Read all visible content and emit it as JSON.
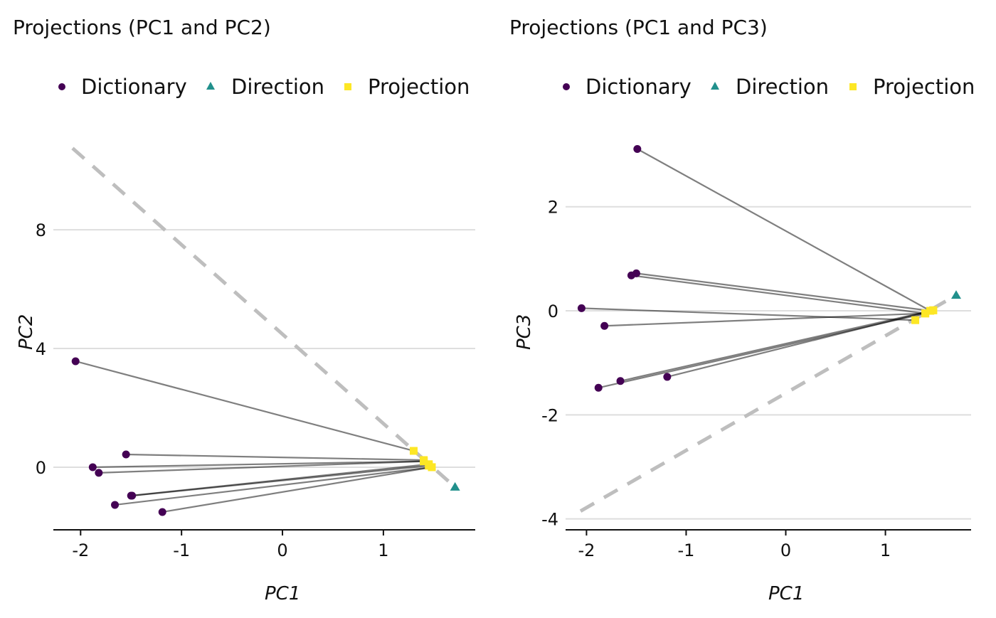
{
  "chart_data": [
    {
      "type": "scatter",
      "title": "Projections (PC1 and PC2)",
      "xlabel": "PC1",
      "ylabel": "PC2",
      "xlim": [
        -2.27,
        1.91
      ],
      "ylim": [
        -2.11,
        10.95
      ],
      "xticks": [
        -2,
        -1,
        0,
        1
      ],
      "yticks": [
        0,
        4,
        8
      ],
      "xtick_labels": [
        "-2",
        "-1",
        "0",
        "1"
      ],
      "ytick_labels": [
        "0",
        "4",
        "8"
      ],
      "legend": {
        "position": "top",
        "entries": [
          "Dictionary",
          "Direction",
          "Projection"
        ]
      },
      "dictionary": [
        [
          -2.05,
          3.57
        ],
        [
          -1.88,
          0.0
        ],
        [
          -1.82,
          -0.19
        ],
        [
          -1.66,
          -1.27
        ],
        [
          -1.55,
          0.43
        ],
        [
          -1.5,
          -0.96
        ],
        [
          -1.49,
          -0.96
        ],
        [
          -1.19,
          -1.51
        ]
      ],
      "projection": [
        [
          1.3,
          0.55
        ],
        [
          1.4,
          0.2
        ],
        [
          1.4,
          0.2
        ],
        [
          1.48,
          0.0
        ],
        [
          1.4,
          0.24
        ],
        [
          1.45,
          0.1
        ],
        [
          1.45,
          0.05
        ],
        [
          1.48,
          0.0
        ]
      ],
      "direction": [
        1.71,
        -0.67
      ],
      "dashed_line": [
        [
          -2.08,
          10.75
        ],
        [
          1.71,
          -0.67
        ]
      ]
    },
    {
      "type": "scatter",
      "title": "Projections (PC1 and PC3)",
      "xlabel": "PC1",
      "ylabel": "PC3",
      "xlim": [
        -2.21,
        1.86
      ],
      "ylim": [
        -4.21,
        3.24
      ],
      "xticks": [
        -2,
        -1,
        0,
        1
      ],
      "yticks": [
        -4,
        -2,
        0,
        2
      ],
      "xtick_labels": [
        "-2",
        "-1",
        "0",
        "1"
      ],
      "ytick_labels": [
        "-4",
        "-2",
        "0",
        "2"
      ],
      "legend": {
        "position": "top",
        "entries": [
          "Dictionary",
          "Direction",
          "Projection"
        ]
      },
      "dictionary": [
        [
          -2.05,
          0.05
        ],
        [
          -1.88,
          -1.48
        ],
        [
          -1.82,
          -0.29
        ],
        [
          -1.66,
          -1.35
        ],
        [
          -1.55,
          0.68
        ],
        [
          -1.5,
          0.72
        ],
        [
          -1.49,
          3.11
        ],
        [
          -1.19,
          -1.27
        ]
      ],
      "projection": [
        [
          1.3,
          -0.18
        ],
        [
          1.4,
          -0.05
        ],
        [
          1.4,
          -0.05
        ],
        [
          1.48,
          0.01
        ],
        [
          1.4,
          -0.05
        ],
        [
          1.45,
          0.0
        ],
        [
          1.45,
          0.0
        ],
        [
          1.48,
          0.01
        ]
      ],
      "direction": [
        1.71,
        0.3
      ],
      "dashed_line": [
        [
          -2.06,
          -3.85
        ],
        [
          1.71,
          0.3
        ]
      ]
    }
  ],
  "colors": {
    "dictionary": "#440154",
    "direction": "#21908C",
    "projection": "#FDE725",
    "segment": "#000000",
    "dashed": "#BEBEBE",
    "grid": "#DEDEDE"
  }
}
